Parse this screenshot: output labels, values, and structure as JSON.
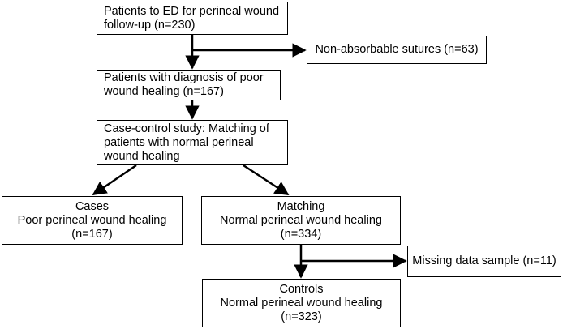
{
  "boxes": {
    "patients_ed": [
      "Patients to ED for perineal wound",
      "follow-up (n=230)"
    ],
    "non_absorbable": [
      "Non-absorbable sutures (n=63)"
    ],
    "poor_healing_diagnosis": [
      "Patients with diagnosis of poor",
      "wound healing (n=167)"
    ],
    "case_control": [
      "Case-control study: Matching of",
      "patients with normal perineal",
      "wound healing"
    ],
    "cases": [
      "Cases",
      "Poor perineal wound healing",
      "(n=167)"
    ],
    "matching": [
      "Matching",
      "Normal perineal wound healing",
      "(n=334)"
    ],
    "missing_data": [
      "Missing data sample (n=11)"
    ],
    "controls": [
      "Controls",
      "Normal perineal wound healing",
      "(n=323)"
    ]
  }
}
